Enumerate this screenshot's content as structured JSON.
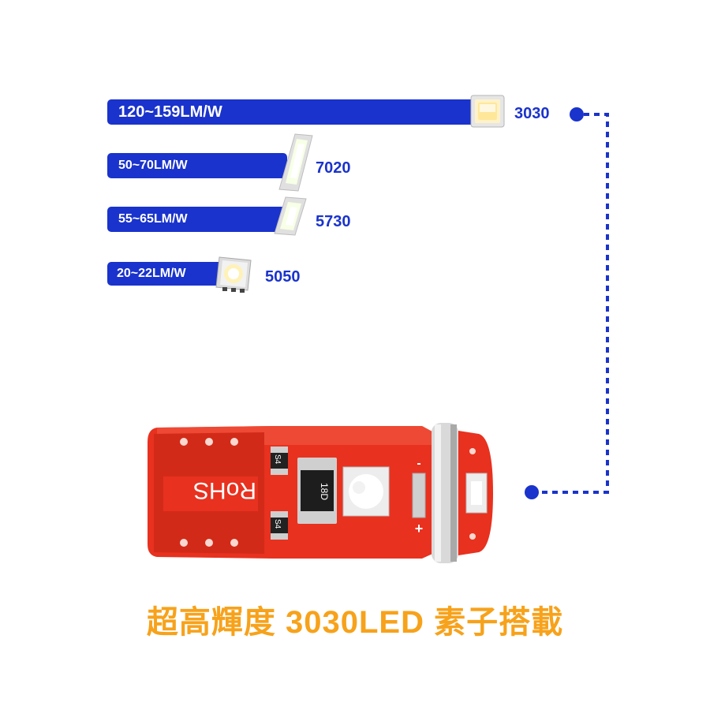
{
  "bars": [
    {
      "label": "120~159LM/W",
      "chip": "3030"
    },
    {
      "label": "50~70LM/W",
      "chip": "7020"
    },
    {
      "label": "55~65LM/W",
      "chip": "5730"
    },
    {
      "label": "20~22LM/W",
      "chip": "5050"
    }
  ],
  "bulb": {
    "rohs_text": "RoHS",
    "resistor_text": "18D",
    "diode_text": "S4",
    "minus_sign": "-",
    "plus_sign": "+"
  },
  "headline": "超高輝度 3030LED 素子搭載",
  "colors": {
    "bar": "#1a33cc",
    "headline": "#f7a21b",
    "pcb": "#e8311f",
    "connector": "#1a33cc"
  }
}
